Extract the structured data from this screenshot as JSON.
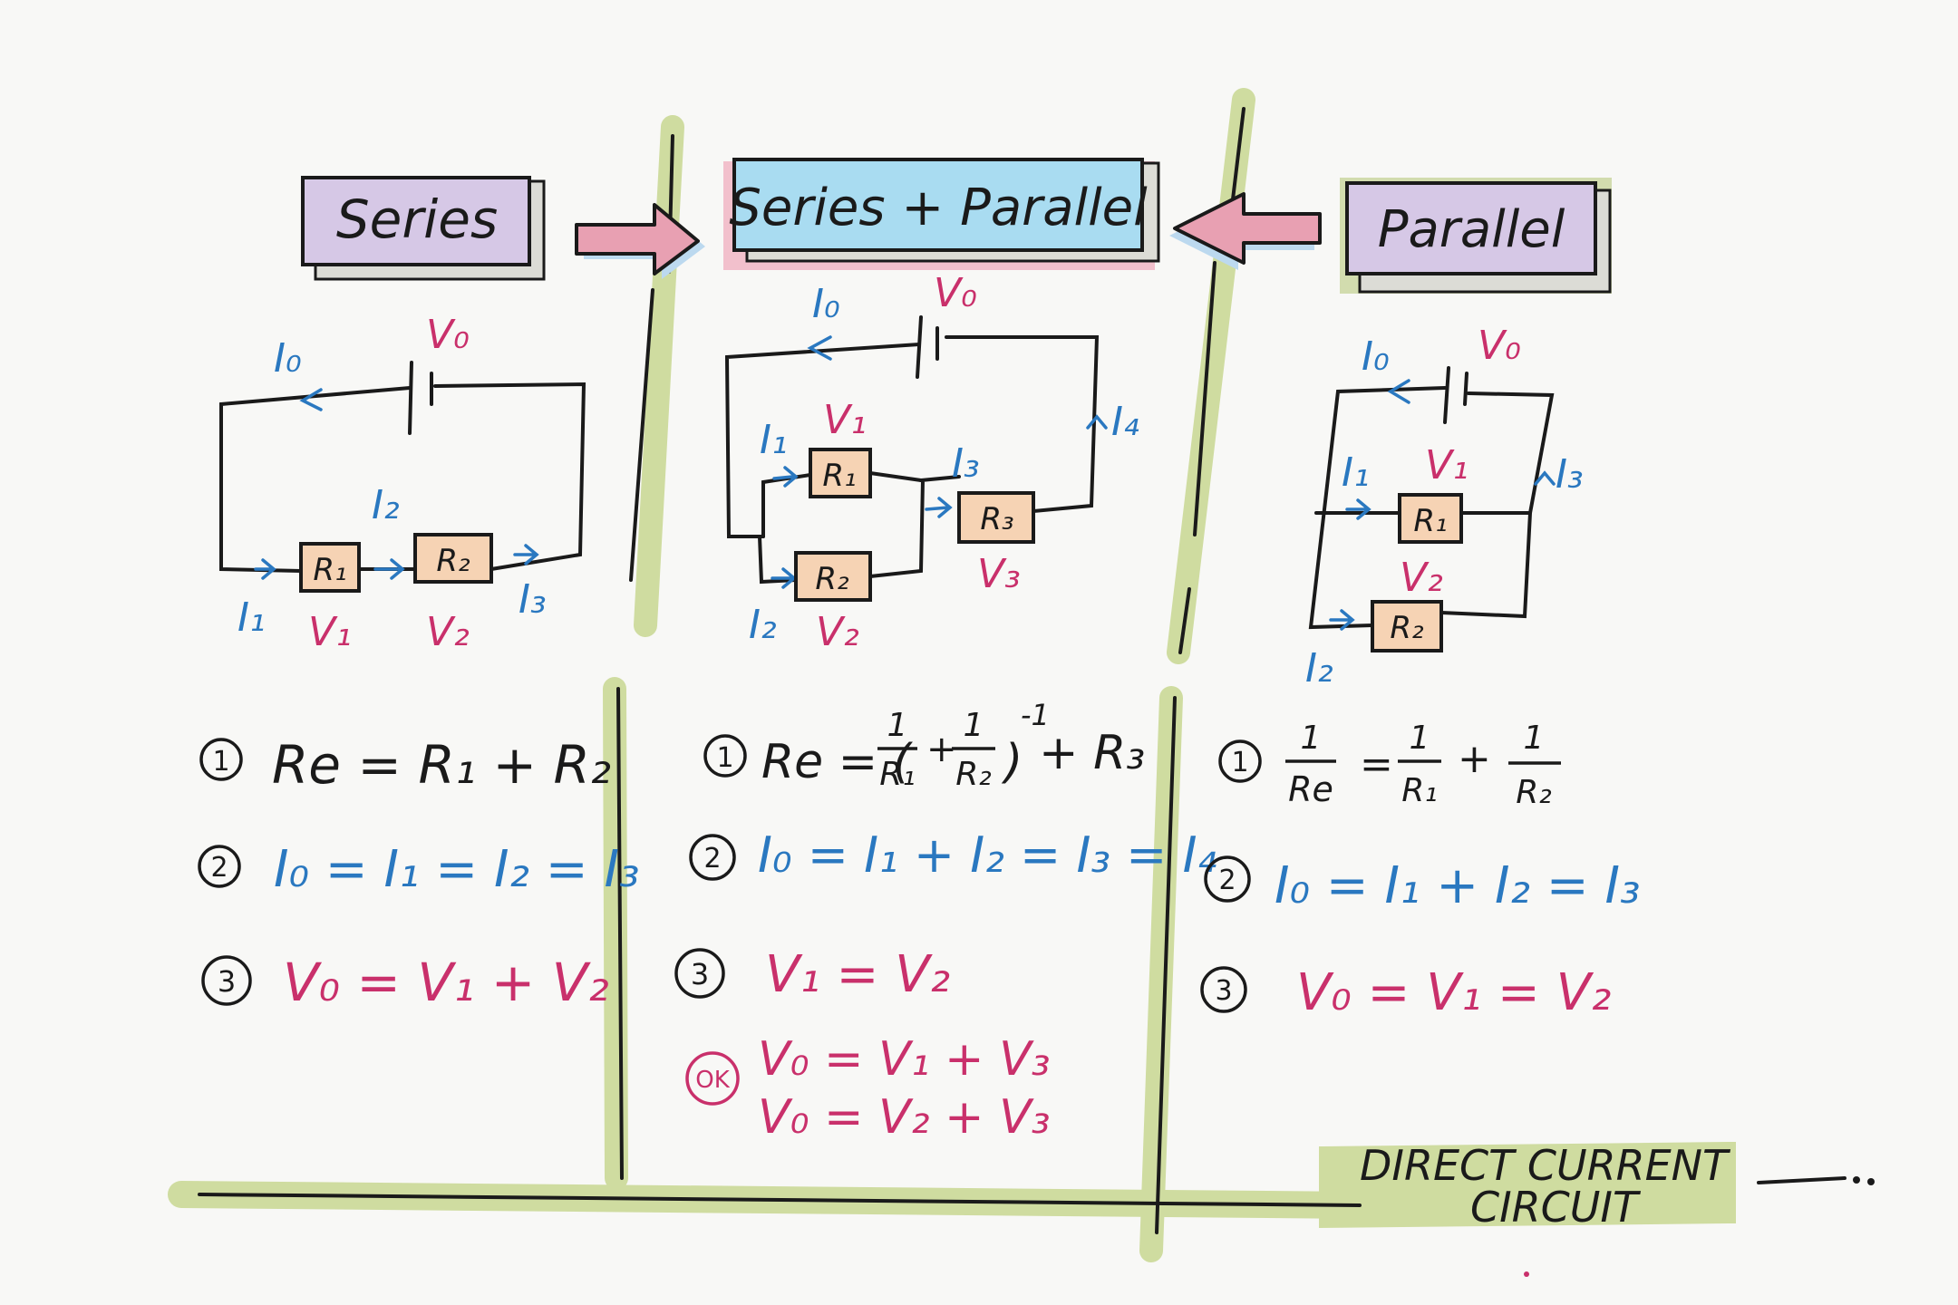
{
  "colors": {
    "ink": "#1a1a1a",
    "current": "#2a78c0",
    "voltage": "#c9306b",
    "green_highlight": "#cfdca0",
    "title_purple": "#d6c8e6",
    "title_blue": "#a9dcf1",
    "resistor_fill": "#f6d3b4",
    "arrow_pink": "#e8a0b2"
  },
  "titles": {
    "series": "Series",
    "combo": "Series + Parallel",
    "parallel": "Parallel"
  },
  "series": {
    "labels": {
      "I0": "I₀",
      "V0": "V₀",
      "I1": "I₁",
      "V1": "V₁",
      "I2": "I₂",
      "V2": "V₂",
      "I3": "I₃",
      "R1": "R₁",
      "R2": "R₂"
    },
    "eq": {
      "n1": "1",
      "n2": "2",
      "n3": "3",
      "e1": "Re = R₁ + R₂",
      "e2": "I₀ = I₁ = I₂ = I₃",
      "e3": "V₀ = V₁ + V₂"
    }
  },
  "combo": {
    "labels": {
      "I0": "I₀",
      "V0": "V₀",
      "I1": "I₁",
      "V1": "V₁",
      "I2": "I₂",
      "V2": "V₂",
      "I3": "I₃",
      "V3": "V₃",
      "I4": "I₄",
      "R1": "R₁",
      "R2": "R₂",
      "R3": "R₃"
    },
    "eq": {
      "n1": "1",
      "n2": "2",
      "n3": "3",
      "e1_lhs": "Re = (",
      "e1_num1": "1",
      "e1_den1": "R₁",
      "e1_plus": "+",
      "e1_num2": "1",
      "e1_den2": "R₂",
      "e1_rhs": ")",
      "e1_exp": "-1",
      "e1_tail": "+ R₃",
      "e2": "I₀ = I₁ + I₂ = I₃ = I₄",
      "e3": "V₁ = V₂",
      "ok": "OK",
      "e4a": "V₀ = V₁ + V₃",
      "e4b": "V₀ = V₂ + V₃"
    }
  },
  "parallel": {
    "labels": {
      "I0": "I₀",
      "V0": "V₀",
      "I1": "I₁",
      "V1": "V₁",
      "I2": "I₂",
      "V2": "V₂",
      "I3": "I₃",
      "R1": "R₁",
      "R2": "R₂"
    },
    "eq": {
      "n1": "1",
      "n2": "2",
      "n3": "3",
      "e1_num": "1",
      "e1_den": "Re",
      "e1_eq": "=",
      "e1_num1": "1",
      "e1_den1": "R₁",
      "e1_plus": "+",
      "e1_num2": "1",
      "e1_den2": "R₂",
      "e2": "I₀ = I₁ + I₂ = I₃",
      "e3": "V₀ = V₁ = V₂"
    }
  },
  "footer": {
    "line1": "DIRECT CURRENT",
    "line2": "CIRCUIT"
  }
}
